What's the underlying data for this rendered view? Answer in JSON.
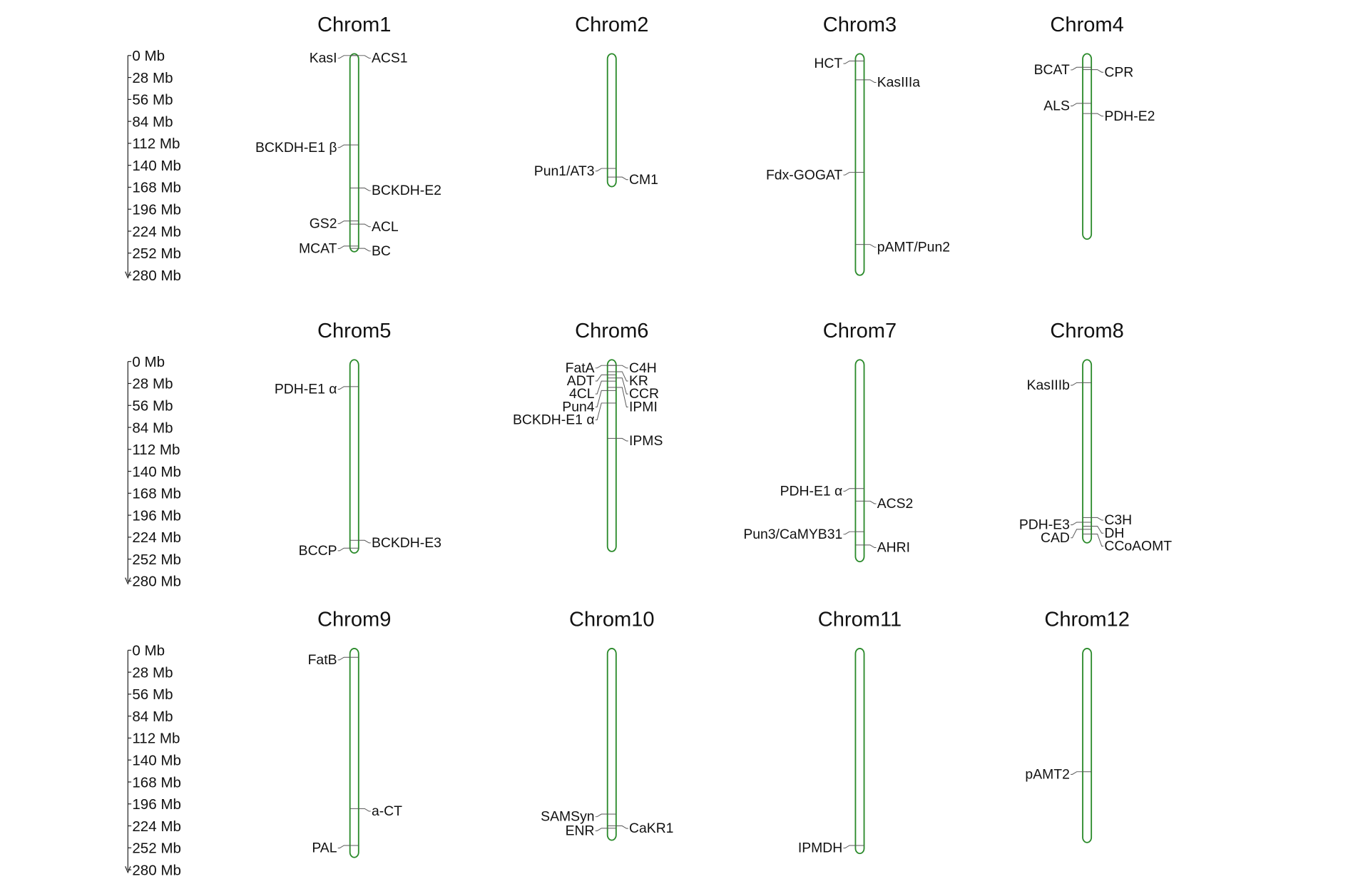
{
  "colors": {
    "chromosome": "#2a8a2a",
    "line": "#555555",
    "text": "#111111"
  },
  "scale": {
    "unit": "Mb",
    "ticks": [
      "0 Mb",
      "28 Mb",
      "56 Mb",
      "84 Mb",
      "112 Mb",
      "140 Mb",
      "168 Mb",
      "196 Mb",
      "224 Mb",
      "252 Mb",
      "280 Mb"
    ],
    "max": 280
  },
  "chromosomes": [
    {
      "name": "Chrom1",
      "length": 248,
      "genes": [
        {
          "name": "KasI",
          "pos": 0,
          "side": "left"
        },
        {
          "name": "ACS1",
          "pos": 0,
          "side": "right"
        },
        {
          "name": "BCKDH-E1 β",
          "pos": 114,
          "side": "left"
        },
        {
          "name": "BCKDH-E2",
          "pos": 169,
          "side": "right"
        },
        {
          "name": "GS2",
          "pos": 211,
          "side": "left"
        },
        {
          "name": "ACL",
          "pos": 215,
          "side": "right"
        },
        {
          "name": "MCAT",
          "pos": 243,
          "side": "left"
        },
        {
          "name": "BC",
          "pos": 246,
          "side": "right"
        }
      ]
    },
    {
      "name": "Chrom2",
      "length": 165,
      "genes": [
        {
          "name": "Pun1/AT3",
          "pos": 144,
          "side": "left"
        },
        {
          "name": "CM1",
          "pos": 155,
          "side": "right"
        }
      ]
    },
    {
      "name": "Chrom3",
      "length": 278,
      "genes": [
        {
          "name": "HCT",
          "pos": 7,
          "side": "left"
        },
        {
          "name": "KasIIIa",
          "pos": 31,
          "side": "right"
        },
        {
          "name": "Fdx-GOGAT",
          "pos": 149,
          "side": "left"
        },
        {
          "name": "pAMT/Pun2",
          "pos": 241,
          "side": "right"
        }
      ]
    },
    {
      "name": "Chrom4",
      "length": 232,
      "genes": [
        {
          "name": "BCAT",
          "pos": 15,
          "side": "left"
        },
        {
          "name": "CPR",
          "pos": 18,
          "side": "right"
        },
        {
          "name": "ALS",
          "pos": 61,
          "side": "left"
        },
        {
          "name": "PDH-E2",
          "pos": 74,
          "side": "right"
        }
      ]
    },
    {
      "name": "Chrom5",
      "length": 242,
      "genes": [
        {
          "name": "PDH-E1 α",
          "pos": 32,
          "side": "left"
        },
        {
          "name": "BCCP",
          "pos": 238,
          "side": "left"
        },
        {
          "name": "BCKDH-E3",
          "pos": 228,
          "side": "right"
        }
      ]
    },
    {
      "name": "Chrom6",
      "length": 240,
      "genes": [
        {
          "name": "FatA",
          "pos": 5,
          "side": "left"
        },
        {
          "name": "ADT",
          "pos": 17,
          "side": "left"
        },
        {
          "name": "4CL",
          "pos": 25,
          "side": "left"
        },
        {
          "name": "Pun4",
          "pos": 37,
          "side": "left"
        },
        {
          "name": "BCKDH-E1 α",
          "pos": 53,
          "side": "left"
        },
        {
          "name": "C4H",
          "pos": 5,
          "side": "right"
        },
        {
          "name": "KR",
          "pos": 13,
          "side": "right"
        },
        {
          "name": "CCR",
          "pos": 21,
          "side": "right"
        },
        {
          "name": "IPMI",
          "pos": 33,
          "side": "right"
        },
        {
          "name": "IPMS",
          "pos": 98,
          "side": "right"
        }
      ]
    },
    {
      "name": "Chrom7",
      "length": 253,
      "genes": [
        {
          "name": "PDH-E1 α",
          "pos": 162,
          "side": "left"
        },
        {
          "name": "ACS2",
          "pos": 178,
          "side": "right"
        },
        {
          "name": "Pun3/CaMYB31",
          "pos": 217,
          "side": "left"
        },
        {
          "name": "AHRI",
          "pos": 234,
          "side": "right"
        }
      ]
    },
    {
      "name": "Chrom8",
      "length": 229,
      "genes": [
        {
          "name": "KasIIIb",
          "pos": 27,
          "side": "left"
        },
        {
          "name": "PDH-E3",
          "pos": 205,
          "side": "left"
        },
        {
          "name": "CAD",
          "pos": 214,
          "side": "left"
        },
        {
          "name": "C3H",
          "pos": 199,
          "side": "right"
        },
        {
          "name": "DH",
          "pos": 210,
          "side": "right"
        },
        {
          "name": "CCoAOMT",
          "pos": 220,
          "side": "right"
        }
      ]
    },
    {
      "name": "Chrom9",
      "length": 262,
      "genes": [
        {
          "name": "FatB",
          "pos": 9,
          "side": "left"
        },
        {
          "name": "a-CT",
          "pos": 202,
          "side": "right"
        },
        {
          "name": "PAL",
          "pos": 249,
          "side": "left"
        }
      ]
    },
    {
      "name": "Chrom10",
      "length": 240,
      "genes": [
        {
          "name": "SAMSyn",
          "pos": 209,
          "side": "left"
        },
        {
          "name": "ENR",
          "pos": 227,
          "side": "left"
        },
        {
          "name": "CaKR1",
          "pos": 224,
          "side": "right"
        }
      ]
    },
    {
      "name": "Chrom11",
      "length": 257,
      "genes": [
        {
          "name": "IPMDH",
          "pos": 249,
          "side": "left"
        }
      ]
    },
    {
      "name": "Chrom12",
      "length": 243,
      "genes": [
        {
          "name": "pAMT2",
          "pos": 155,
          "side": "left"
        }
      ]
    }
  ]
}
